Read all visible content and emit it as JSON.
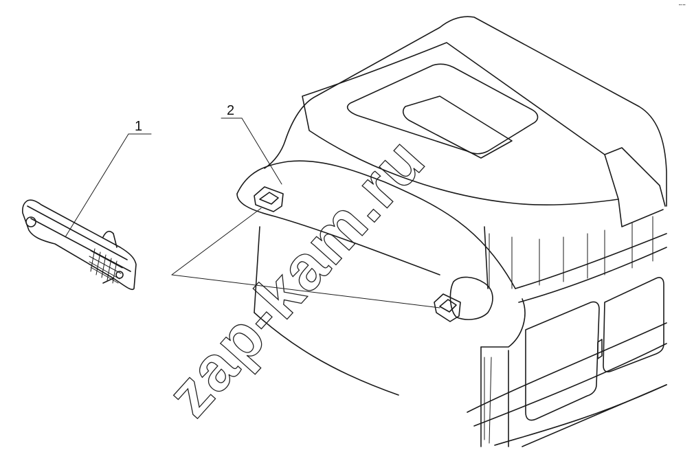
{
  "callouts": {
    "part_1": "1",
    "part_2": "2"
  },
  "watermark": "zap-kam.ru",
  "corner_mark": "▪▪▪ ▪▪▪",
  "colors": {
    "background": "#ffffff",
    "ink": "#1a1a1a"
  }
}
